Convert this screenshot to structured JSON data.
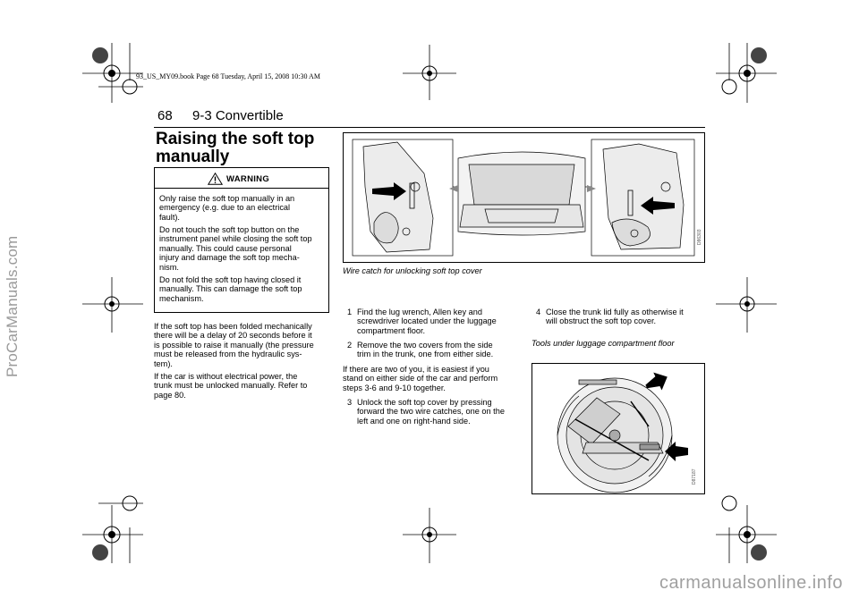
{
  "header_line": "93_US_MY09.book  Page 68  Tuesday, April 15, 2008  10:30 AM",
  "side_watermark": "ProCarManuals.com",
  "footer_watermark": "carmanualsonline.info",
  "page_number": "68",
  "running_head": "9-3 Convertible",
  "section_title_lines": [
    "Raising the soft top",
    "manually"
  ],
  "warning": {
    "label": "WARNING",
    "paragraphs": [
      [
        "Only raise the soft top manually in an",
        "emergency (e.g. due to an electrical",
        "fault)."
      ],
      [
        "Do not touch the soft top button on the",
        "instrument panel while closing the soft top",
        "manually. This could cause personal",
        "injury and damage the soft top mecha-",
        "nism."
      ],
      [
        "Do not fold the soft top having closed it",
        "manually. This can damage the soft top",
        "mechanism."
      ]
    ]
  },
  "left_paragraphs": [
    [
      "If the soft top has been folded mechanically",
      "there will be a delay of 20 seconds before it",
      "is possible to raise it manually (the pressure",
      "must be released from the hydraulic sys-",
      "tem)."
    ],
    [
      "If the car is without electrical power, the",
      "trunk must be unlocked manually. Refer to",
      "page 80."
    ]
  ],
  "figure_top": {
    "caption": "Wire catch for unlocking soft top cover",
    "code": "D86303"
  },
  "steps": [
    {
      "num": "1",
      "lines": [
        "Find the lug wrench, Allen key and",
        "screwdriver located under the luggage",
        "compartment floor."
      ]
    },
    {
      "num": "2",
      "lines": [
        "Remove the two covers from the side",
        "trim in the trunk, one from either side."
      ]
    },
    {
      "num": "3",
      "lines": [
        "Unlock the soft top cover by pressing",
        "forward the two wire catches, one on the",
        "left and one on right-hand side."
      ]
    },
    {
      "num": "4",
      "lines": [
        "Close the trunk lid fully as otherwise it",
        "will obstruct the soft top cover."
      ]
    }
  ],
  "middle_paragraph": [
    "If there are two of you, it is easiest if you",
    "stand on either side of the car and perform",
    "steps 3-6 and 9-10 together."
  ],
  "figure_bottom": {
    "caption": "Tools under luggage compartment floor",
    "code": "D87187"
  }
}
